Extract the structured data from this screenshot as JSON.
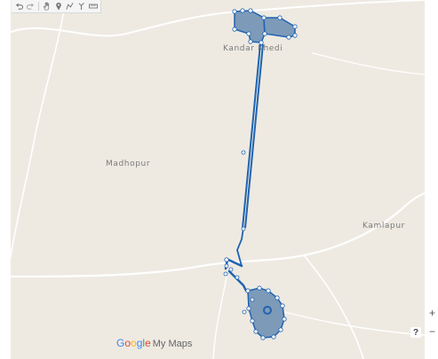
{
  "map": {
    "places": {
      "kandar_khedi": "Kandar Khedi",
      "madhopur": "Madhopur",
      "kamlapur": "Kamlapur"
    },
    "brand": {
      "g1": "G",
      "g2": "o",
      "g3": "o",
      "g4": "g",
      "g5": "l",
      "g6": "e",
      "product": "My Maps"
    }
  },
  "controls": {
    "zoom_in": "+",
    "zoom_out": "−",
    "help": "?"
  },
  "toolbar": {
    "undo_icon": "undo-icon",
    "redo_icon": "redo-icon",
    "pan_icon": "hand-icon",
    "marker_icon": "marker-icon",
    "line_icon": "draw-line-icon",
    "route_icon": "directions-icon",
    "ruler_icon": "ruler-icon"
  },
  "colors": {
    "land": "#eeeae2",
    "road": "#ffffff",
    "route_line": "#1f63b0",
    "shape_fill": "#7d9ab8",
    "vertex": "#ffffff"
  }
}
